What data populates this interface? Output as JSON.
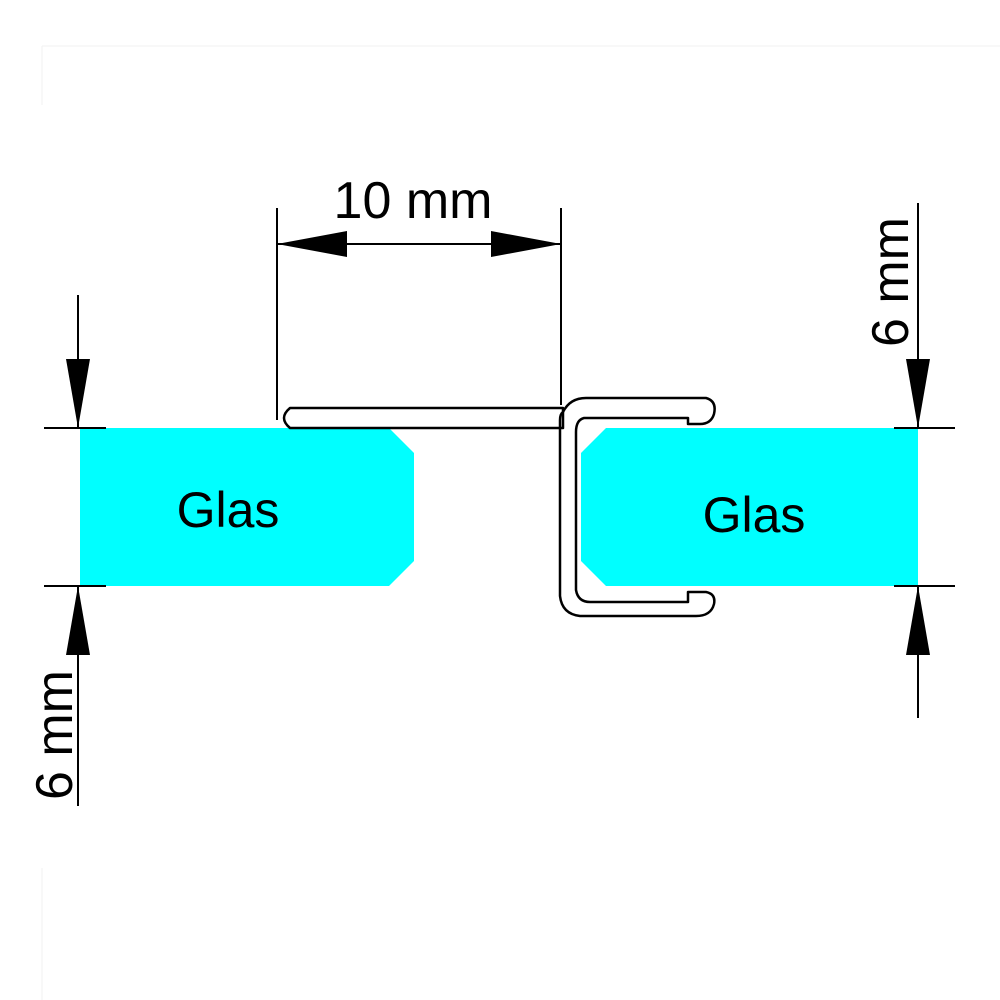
{
  "labels": {
    "glass_left": "Glas",
    "glass_right": "Glas",
    "dim_width": "10 mm",
    "dim_thickness_left": "6 mm",
    "dim_thickness_right": "6 mm"
  },
  "colors": {
    "glass_fill": "#00FFFF",
    "line": "#000000",
    "background": "#FFFFFF"
  }
}
